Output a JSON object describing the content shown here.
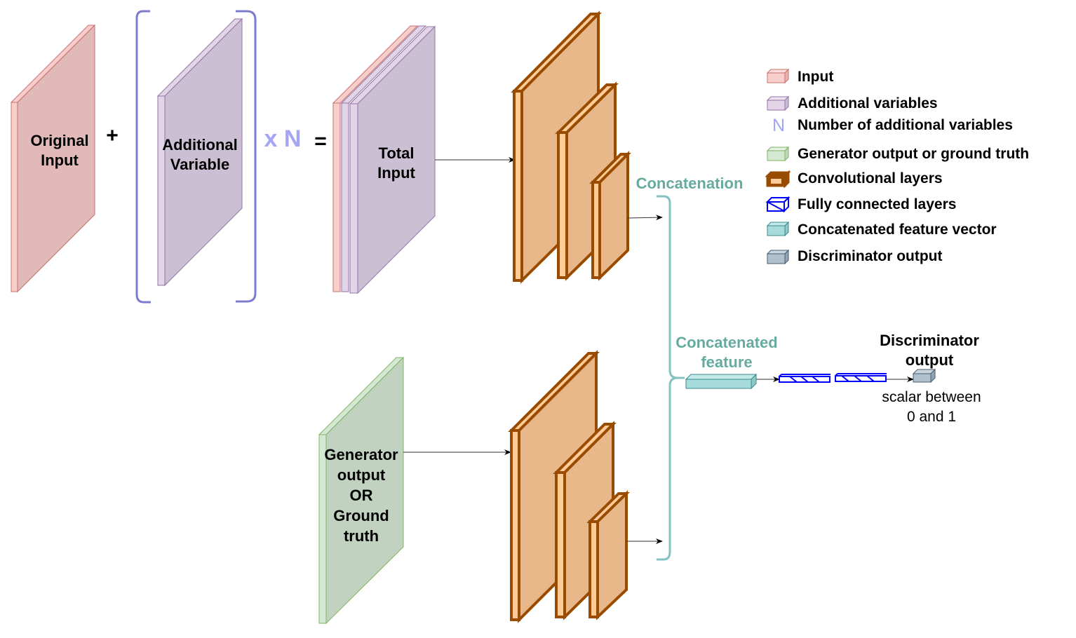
{
  "blocks": {
    "original_input": [
      "Original",
      "Input"
    ],
    "plus": "+",
    "additional_variable": [
      "Additional",
      "Variable"
    ],
    "times_n": "x N",
    "equals": "=",
    "total_input": [
      "Total",
      "Input"
    ],
    "generator_output": [
      "Generator",
      "output",
      "OR",
      "Ground",
      "truth"
    ],
    "concatenation": "Concatenation",
    "concatenated_feature": [
      "Concatenated",
      "feature"
    ],
    "discriminator_output": [
      "Discriminator",
      "output"
    ],
    "scalar_note": [
      "scalar between",
      "0 and 1"
    ]
  },
  "legend": [
    {
      "icon": "input-cube-icon",
      "label": "Input"
    },
    {
      "icon": "additional-variables-cube-icon",
      "label": "Additional variables"
    },
    {
      "icon": "n-letter-icon",
      "symbol": "N",
      "label": "Number of additional variables"
    },
    {
      "icon": "generator-output-cube-icon",
      "label": "Generator output or ground truth"
    },
    {
      "icon": "convolutional-layer-cube-icon",
      "label": "Convolutional layers"
    },
    {
      "icon": "fully-connected-cube-icon",
      "label": "Fully connected layers"
    },
    {
      "icon": "feature-vector-cube-icon",
      "label": "Concatenated feature vector"
    },
    {
      "icon": "discriminator-output-cube-icon",
      "label": "Discriminator output"
    }
  ],
  "colors": {
    "input_fill": "#e0b9b8",
    "input_edge": "#f8cecc",
    "input_stroke": "#c9716b",
    "addvar_fill": "#cbc0d3",
    "addvar_edge": "#e1d5e7",
    "addvar_stroke": "#9673a6",
    "gen_fill": "#c1d3c0",
    "gen_edge": "#d5e8d4",
    "gen_stroke": "#82b366",
    "conv_fill": "#e8b88b",
    "conv_edge": "#ffcc99",
    "conv_stroke": "#994c00",
    "fc_stroke": "#0000ff",
    "feat_fill": "#a8dcdc",
    "feat_stroke": "#3d8a8a",
    "disc_fill": "#b0c0cc",
    "disc_stroke": "#4a5d6e",
    "bracket_blue": "#7c7ccc",
    "n_color": "#a5a5f5",
    "teal_text": "#67ab9f",
    "teal_brace": "#86c2c2"
  }
}
